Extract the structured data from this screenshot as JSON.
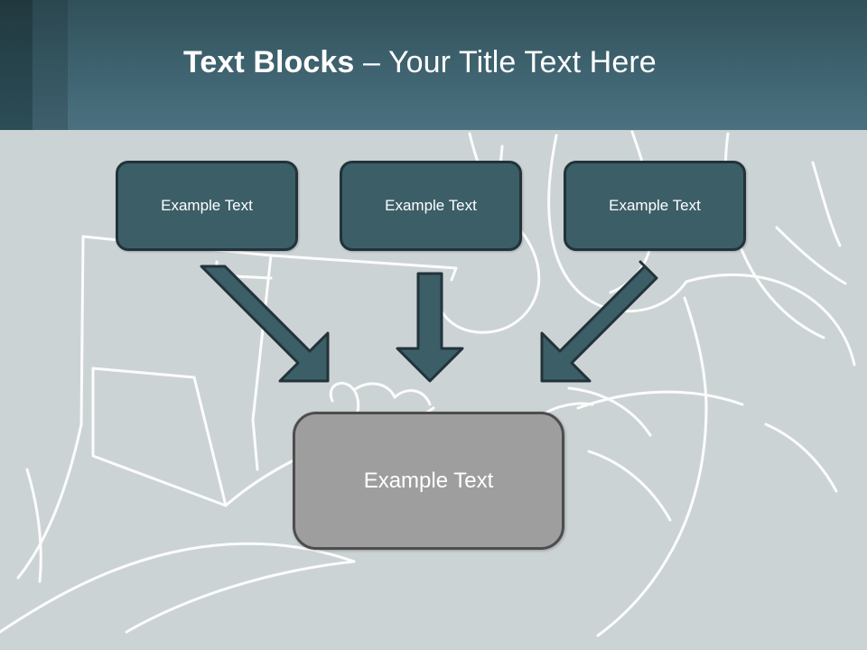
{
  "slide": {
    "background_color": "#ccd3d5",
    "accent_color": "#3c5e67",
    "header": {
      "title_bold": "Text Blocks",
      "title_separator": " – ",
      "title_rest": "Your Title Text Here",
      "gradient_top_color": "#31505a",
      "gradient_bottom_color": "#4b7180"
    },
    "blocks": {
      "top": [
        {
          "label": "Example Text",
          "fill_color": "#3c5e67",
          "text_color": "#ffffff"
        },
        {
          "label": "Example Text",
          "fill_color": "#3c5e67",
          "text_color": "#ffffff"
        },
        {
          "label": "Example Text",
          "fill_color": "#3c5e67",
          "text_color": "#ffffff"
        }
      ],
      "result": {
        "label": "Example Text",
        "fill_color": "#9e9e9e",
        "text_color": "#ffffff"
      }
    },
    "arrows": [
      {
        "name": "arrow-down-right",
        "direction": "down-right",
        "color": "#3c5e67"
      },
      {
        "name": "arrow-down",
        "direction": "down",
        "color": "#3c5e67"
      },
      {
        "name": "arrow-down-left",
        "direction": "down-left",
        "color": "#3c5e67"
      }
    ]
  }
}
